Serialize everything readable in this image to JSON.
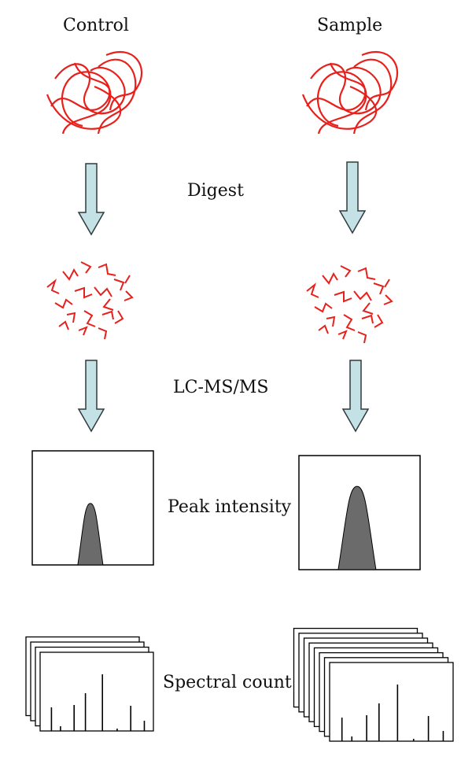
{
  "columns": {
    "control": "Control",
    "sample": "Sample"
  },
  "steps": {
    "digest": "Digest",
    "lcms": "LC-MS/MS",
    "peak": "Peak intensity",
    "spectral": "Spectral count"
  },
  "measurements": {
    "peak_height_fraction": {
      "control": 0.54,
      "sample": 0.73
    },
    "spectra_stack_count": {
      "control": 4,
      "sample": 8
    }
  },
  "colors": {
    "protein": "#e8201c",
    "arrow_fill": "#c4e2e6",
    "arrow_stroke": "#2f3b3d",
    "peak_fill": "#6b6b6b",
    "frame": "#000000"
  }
}
